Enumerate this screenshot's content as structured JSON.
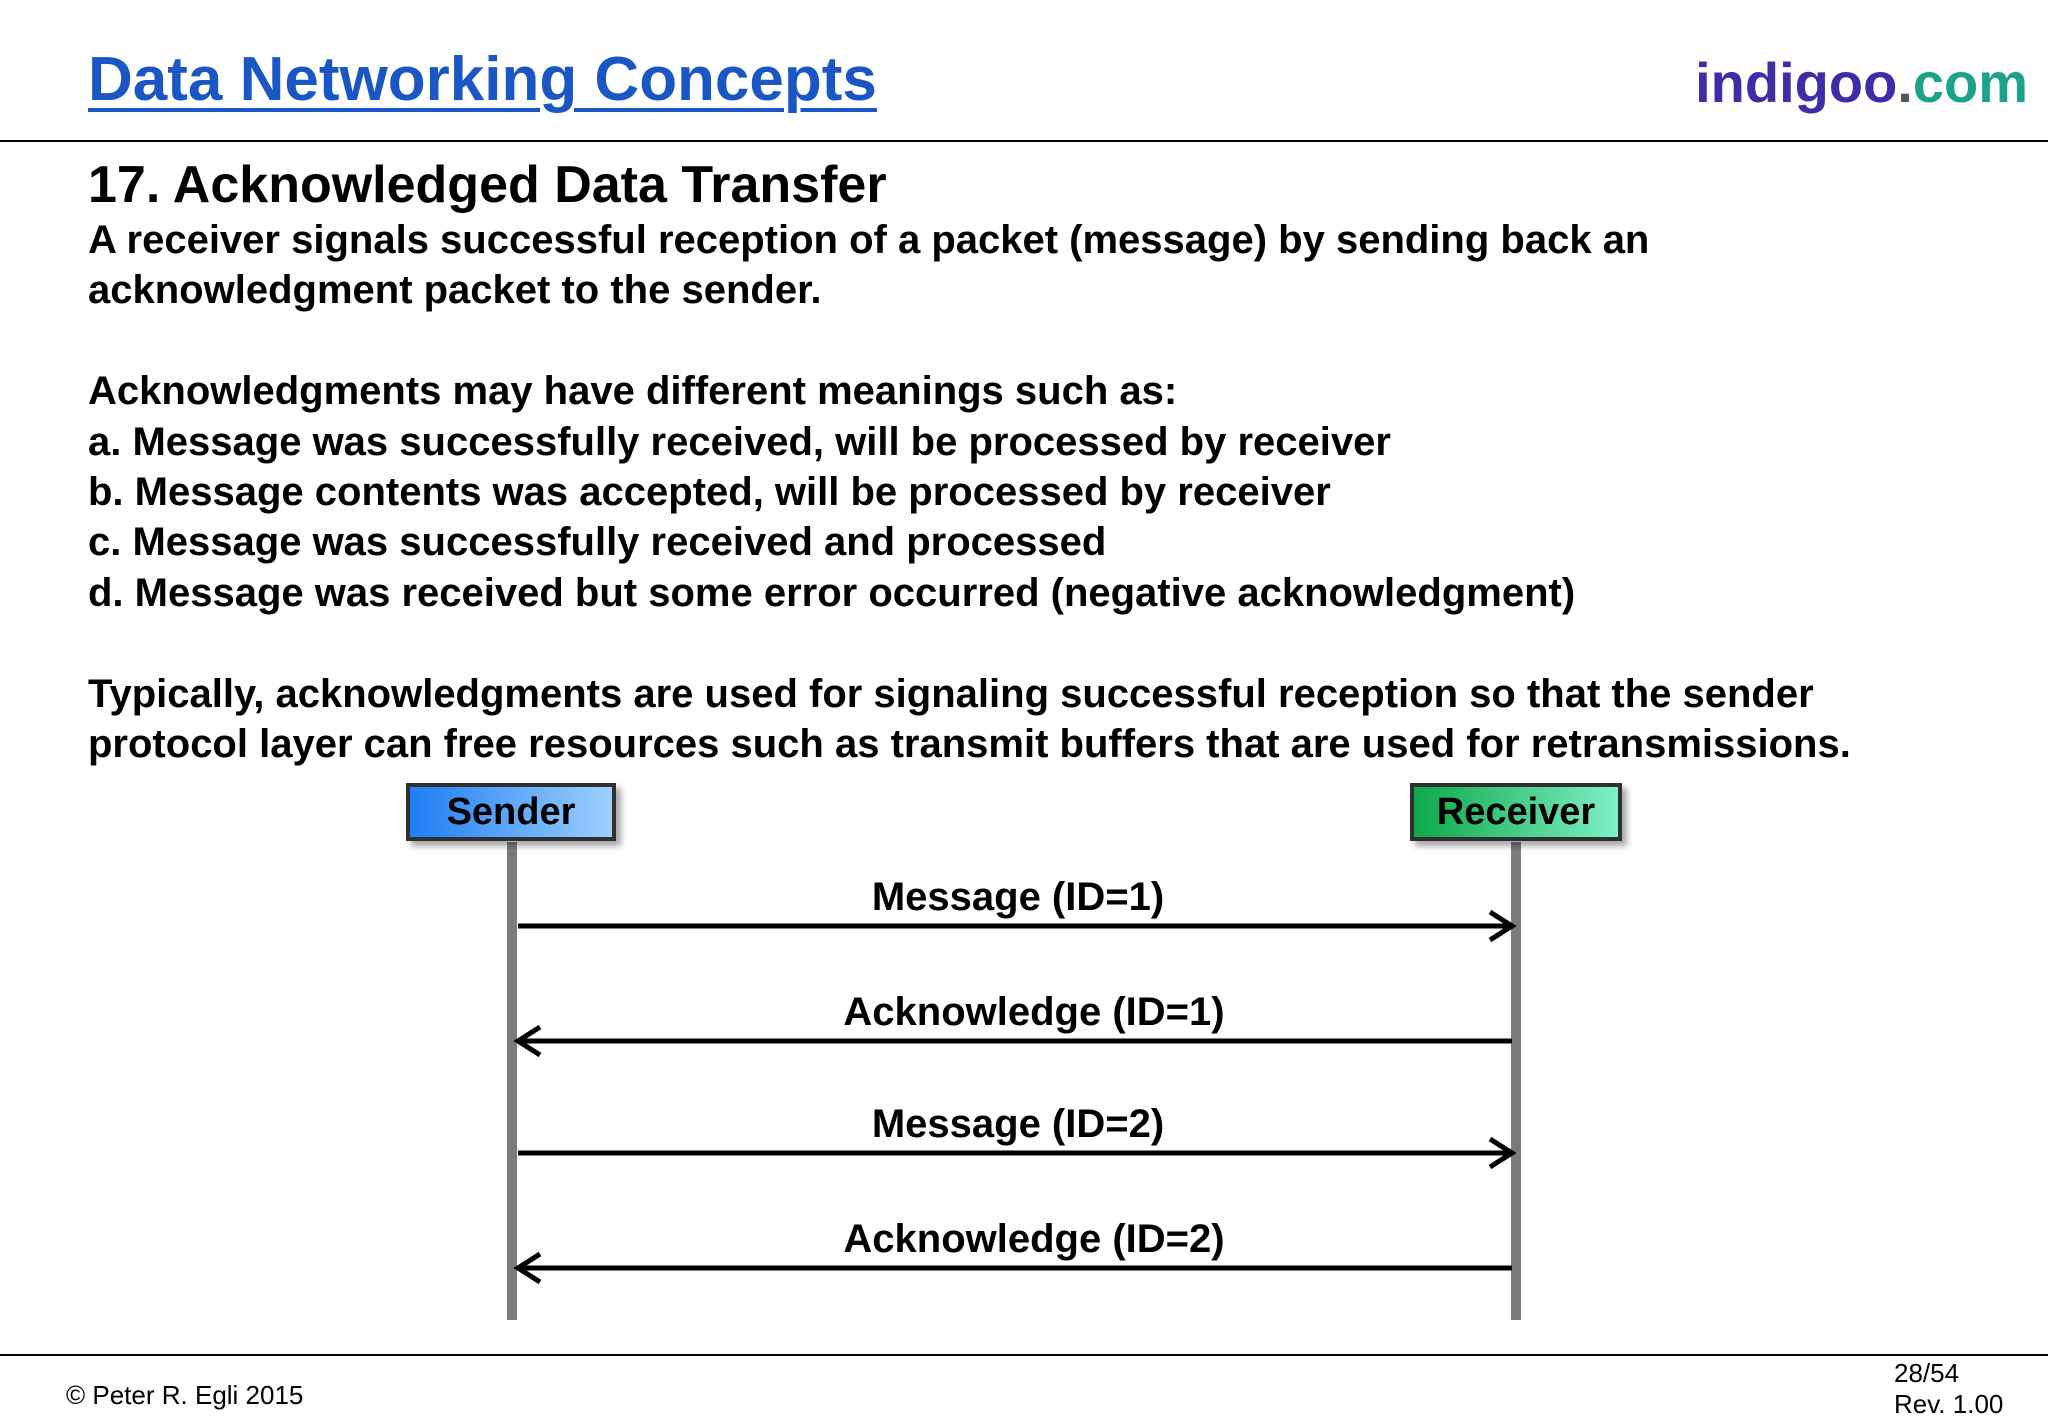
{
  "header": {
    "title": "Data Networking Concepts",
    "brand_main": "indigoo",
    "brand_dot": ".",
    "brand_tld": "com"
  },
  "colors": {
    "title_blue": "#1a56c4",
    "brand_purple": "#3b2ea8",
    "brand_teal": "#1aa38a",
    "sender_blue": "#1d7ef2",
    "receiver_green": "#0ea84a"
  },
  "slide": {
    "section_title": "17. Acknowledged Data Transfer",
    "intro": [
      "A receiver signals successful reception of a packet (message) by sending back an",
      "acknowledgment packet to the sender."
    ],
    "meanings_heading": "Acknowledgments may have different meanings such as:",
    "meanings": [
      "a. Message was successfully received, will be processed by receiver",
      "b. Message contents was accepted, will be processed by receiver",
      "c. Message was successfully received and processed",
      "d. Message was received but some error occurred (negative acknowledgment)"
    ],
    "typical": [
      "Typically, acknowledgments are used for signaling successful reception so that the sender",
      "protocol layer can free resources such as transmit buffers that are used for retransmissions."
    ]
  },
  "diagram": {
    "sender_label": "Sender",
    "receiver_label": "Receiver",
    "messages": [
      {
        "label": "Message (ID=1)",
        "direction": "to-receiver"
      },
      {
        "label": "Acknowledge (ID=1)",
        "direction": "to-sender"
      },
      {
        "label": "Message (ID=2)",
        "direction": "to-receiver"
      },
      {
        "label": "Acknowledge (ID=2)",
        "direction": "to-sender"
      }
    ]
  },
  "footer": {
    "copyright": "© Peter R. Egli 2015",
    "page": "28/54",
    "revision": "Rev. 1.00"
  }
}
